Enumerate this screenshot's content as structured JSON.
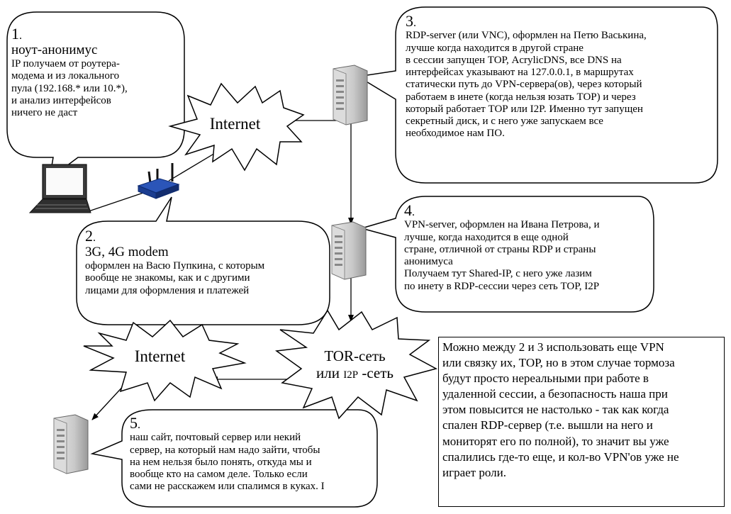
{
  "internet_top": "Internet",
  "internet_bottom": "Internet",
  "tor_cloud": {
    "line1": "TOR-сеть",
    "line2a": "или ",
    "line2b": "I2P",
    "line2c": " -сеть"
  },
  "box1": {
    "num": "1",
    "dot": ".",
    "head": "ноут-анонимус",
    "lines": [
      "IP получаем от роутера-",
      "модема и из локального",
      "пула (192.168.* или 10.*),",
      "и анализ интерфейсов",
      "ничего не даст"
    ]
  },
  "box2": {
    "num": "2",
    "dot": ".",
    "head": "3G, 4G modem",
    "lines": [
      "оформлен на Васю Пупкина, с которым",
      "вообще не знакомы, как и с другими",
      "лицами для оформления и платежей"
    ]
  },
  "box3": {
    "num": "3",
    "dot": ".",
    "lines": [
      "RDP-server (или VNC), оформлен на Петю Васькина,",
      "лучше когда находится в другой стране",
      "в сессии запущен ТОР, AcrylicDNS, все DNS на",
      "интерфейсах указывают на 127.0.0.1, в маршрутах",
      "статически путь до VPN-сервера(ов), через который",
      "работаем в инете (когда нельзя юзать ТОР) и через",
      "который работает ТОР или I2P. Именно тут запущен",
      "секретный диск, и с него уже запускаем все",
      "необходимое нам ПО."
    ]
  },
  "box4": {
    "num": "4",
    "dot": ".",
    "lines": [
      "VPN-server, оформлен на Ивана Петрова, и",
      "лучше, когда находится в еще одной",
      "стране, отличной от страны RDP и страны",
      "анонимуса",
      "Получаем тут Shared-IP, с него уже лазим",
      "по инету в RDP-сессии через сеть ТОР, I2P"
    ]
  },
  "box5": {
    "num": "5",
    "dot": ".",
    "lines": [
      "наш сайт, почтовый сервер или некий",
      "сервер, на который нам надо зайти, чтобы",
      "на нем нельзя было понять, откуда мы и",
      "вообще кто на самом деле. Только если",
      "сами не расскажем или спалимся в куках. I"
    ]
  },
  "note": {
    "lines": [
      "Можно между 2 и 3 использовать еще VPN",
      "или связку их, ТОР, но в этом случае тормоза",
      "будут просто нереальными при работе в",
      "удаленной сессии, а безопасность наша при",
      "этом повысится не настолько - так как когда",
      "спален RDP-сервер (т.е. вышли на него и",
      "мониторят его по полной), то значит вы уже",
      "спалились где-то еще, и кол-во VPN'ов уже не",
      "играет роли."
    ]
  }
}
